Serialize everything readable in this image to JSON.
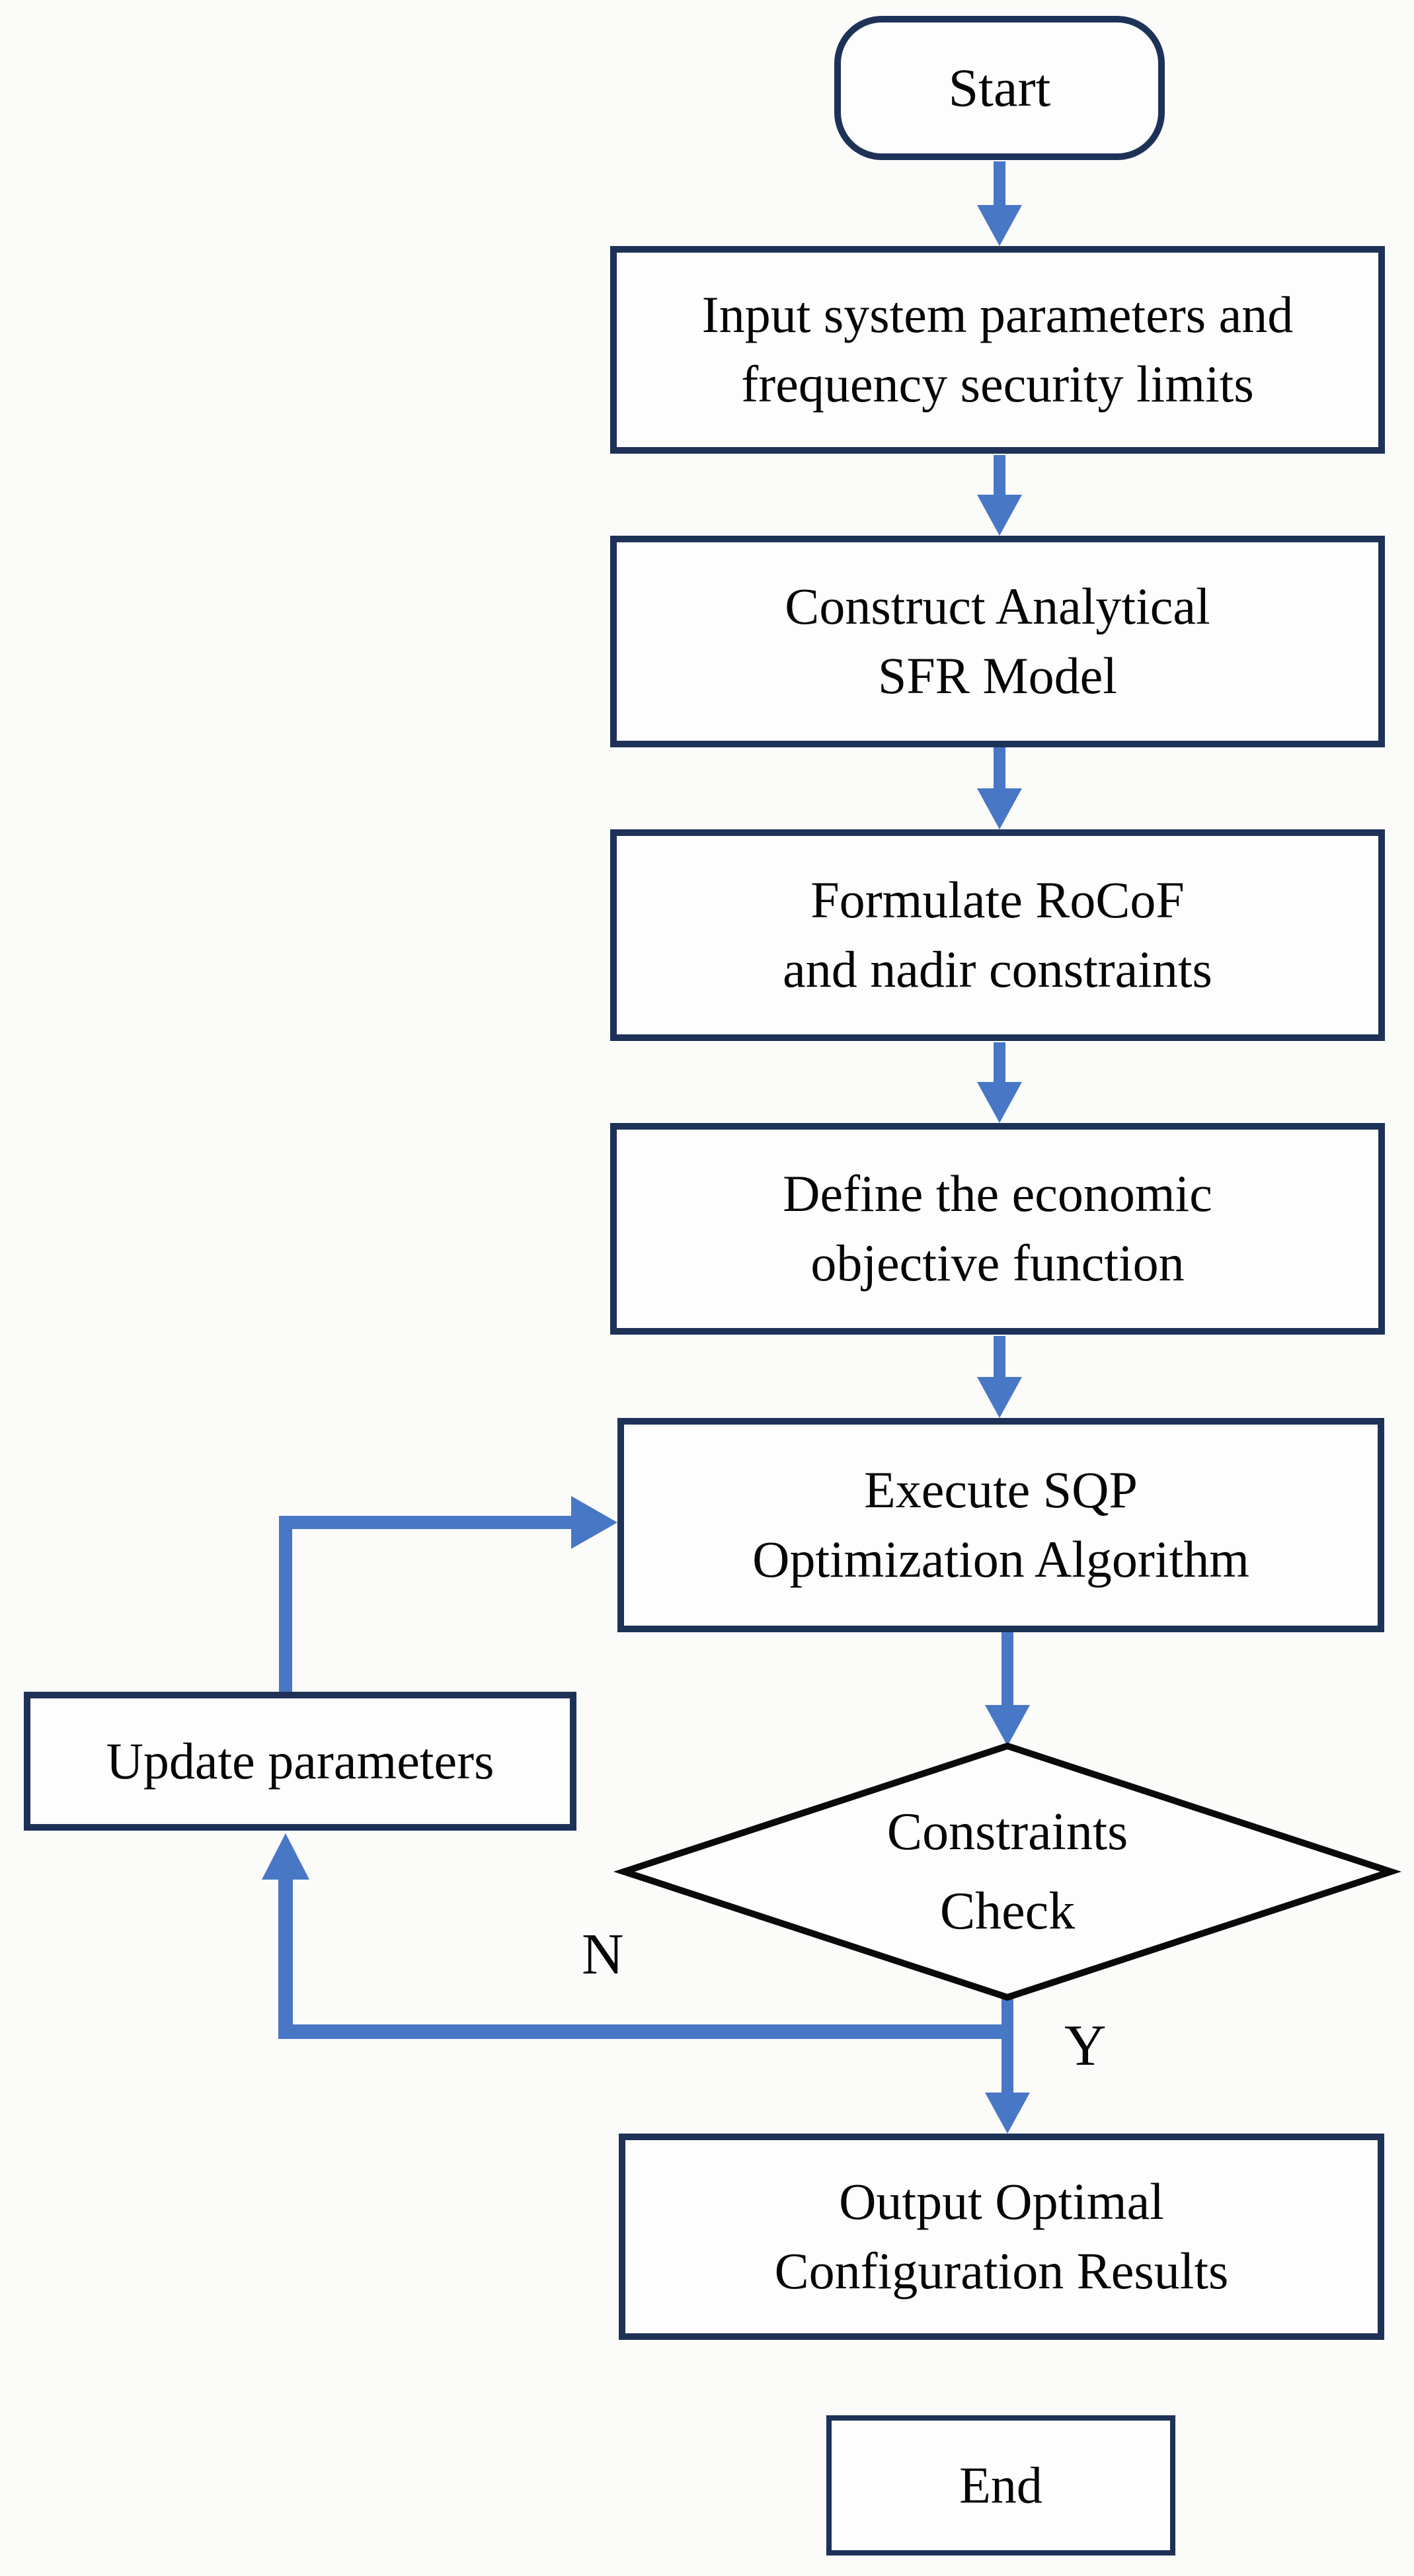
{
  "diagram": {
    "type": "flowchart",
    "colors": {
      "box_border": "#1e3257",
      "diamond_border": "#0a0a0a",
      "arrow": "#4877c6",
      "text": "#060606",
      "background": "#fbfbfa",
      "node_fill": "#fdfdfd"
    },
    "nodes": {
      "start": {
        "shape": "rounded-rectangle",
        "lines": [
          "Start"
        ]
      },
      "input": {
        "shape": "rectangle",
        "lines": [
          "Input system parameters and",
          "frequency security limits"
        ]
      },
      "sfr": {
        "shape": "rectangle",
        "lines": [
          "Construct Analytical",
          "SFR Model"
        ]
      },
      "rocof": {
        "shape": "rectangle",
        "lines": [
          "Formulate RoCoF",
          "and nadir constraints"
        ]
      },
      "objective": {
        "shape": "rectangle",
        "lines": [
          "Define the economic",
          "objective function"
        ]
      },
      "sqp": {
        "shape": "rectangle",
        "lines": [
          "Execute SQP",
          "Optimization Algorithm"
        ]
      },
      "check": {
        "shape": "diamond",
        "lines": [
          "Constraints",
          "Check"
        ]
      },
      "update": {
        "shape": "rectangle",
        "lines": [
          "Update parameters"
        ]
      },
      "output": {
        "shape": "rectangle",
        "lines": [
          "Output Optimal",
          "Configuration Results"
        ]
      },
      "end": {
        "shape": "rectangle",
        "lines": [
          "End"
        ]
      }
    },
    "edge_labels": {
      "no": "N",
      "yes": "Y"
    },
    "edges": [
      {
        "from": "start",
        "to": "input",
        "label": ""
      },
      {
        "from": "input",
        "to": "sfr",
        "label": ""
      },
      {
        "from": "sfr",
        "to": "rocof",
        "label": ""
      },
      {
        "from": "rocof",
        "to": "objective",
        "label": ""
      },
      {
        "from": "objective",
        "to": "sqp",
        "label": ""
      },
      {
        "from": "sqp",
        "to": "check",
        "label": ""
      },
      {
        "from": "check",
        "to": "output",
        "label": "Y"
      },
      {
        "from": "check",
        "to": "update",
        "label": "N"
      },
      {
        "from": "update",
        "to": "sqp",
        "label": ""
      }
    ]
  }
}
